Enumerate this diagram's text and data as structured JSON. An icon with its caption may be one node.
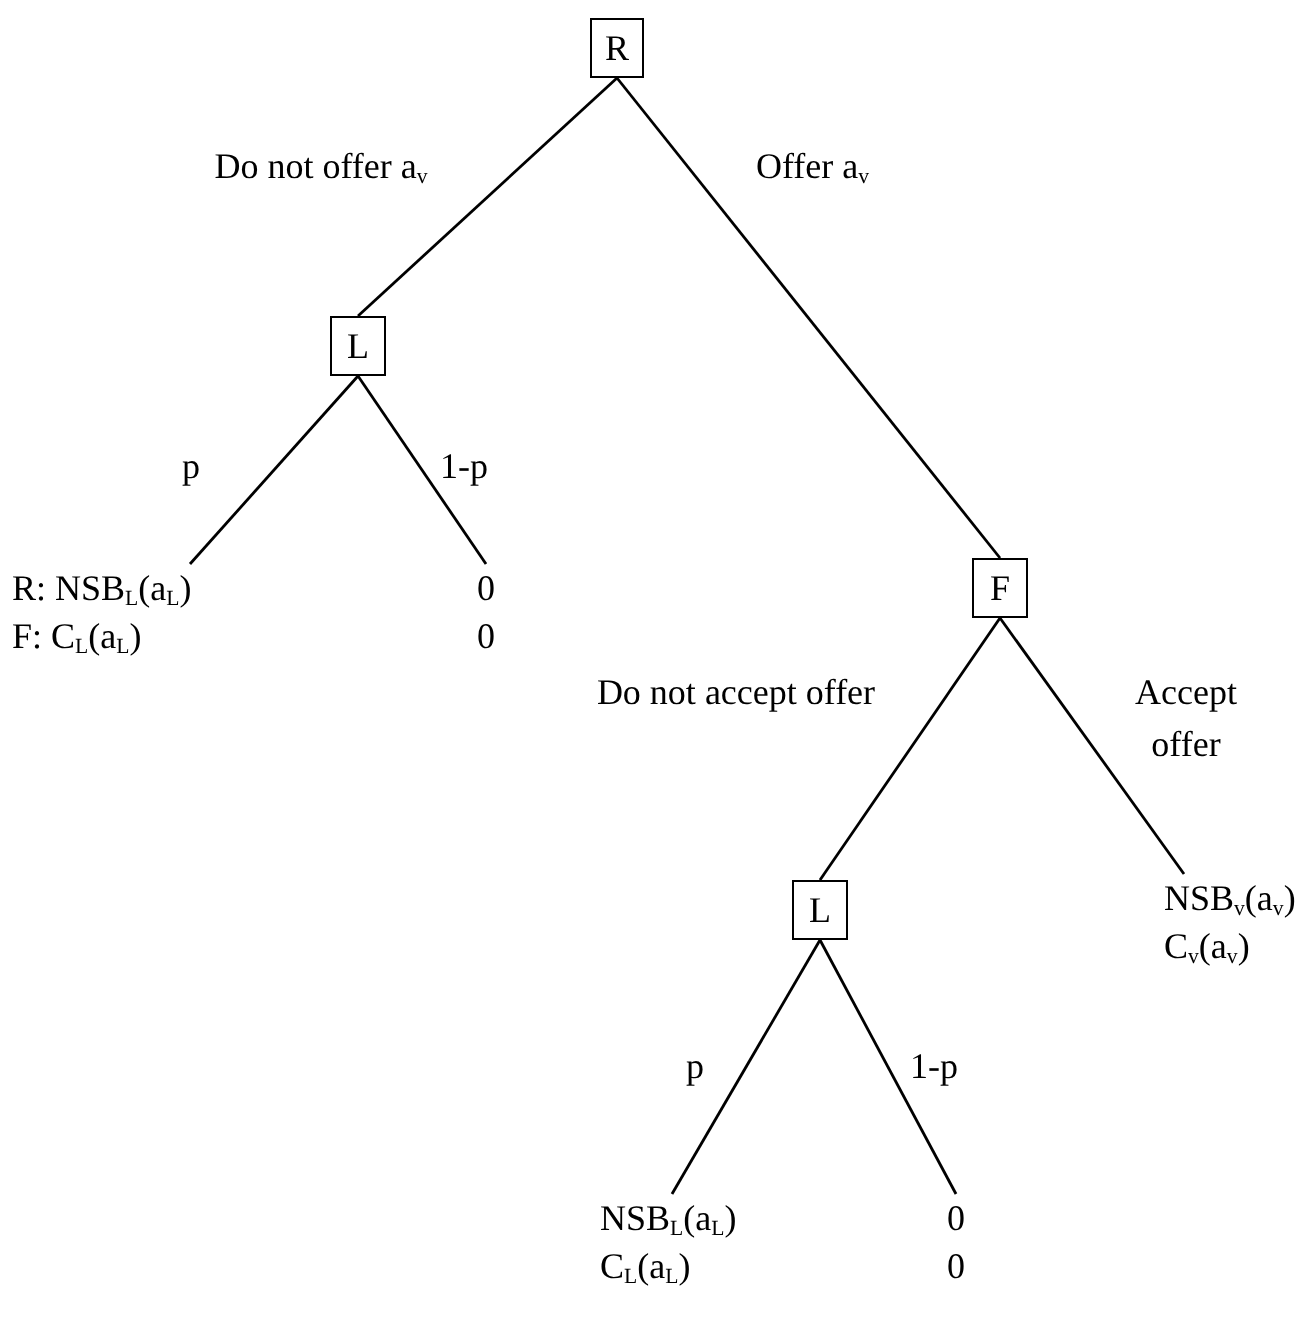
{
  "diagram": {
    "nodes": [
      {
        "text": [
          "R"
        ]
      },
      {
        "text": [
          "L"
        ]
      },
      {
        "text": [
          "R: NSB$_{L}$(a$_{L}$)",
          "F: C$_{L}$(a$_{L}$)"
        ]
      },
      {
        "text": [
          "0",
          "0"
        ]
      },
      {
        "text": [
          "F"
        ]
      },
      {
        "text": [
          "L"
        ]
      },
      {
        "text": [
          "NSB$_{v}$(a$_{v}$)",
          "C$_{v}$(a$_{v}$)"
        ]
      },
      {
        "text": [
          "NSB$_{L}$(a$_{L}$)",
          "C$_{L}$(a$_{L}$)"
        ]
      },
      {
        "text": [
          "0",
          "0"
        ]
      }
    ],
    "edges": [
      {
        "from": 0,
        "to": 1,
        "arrow": "none",
        "label": "Do not offer a$_{v}$"
      },
      {
        "from": 0,
        "to": 4,
        "arrow": "none",
        "label": "Offer a$_{v}$"
      },
      {
        "from": 1,
        "to": 2,
        "arrow": "none",
        "label": "p"
      },
      {
        "from": 1,
        "to": 3,
        "arrow": "none",
        "label": "1-p"
      },
      {
        "from": 4,
        "to": 5,
        "arrow": "none",
        "label": "Do not accept offer"
      },
      {
        "from": 4,
        "to": 6,
        "arrow": "none",
        "label": "Accept offer"
      },
      {
        "from": 5,
        "to": 7,
        "arrow": "none",
        "label": "p"
      },
      {
        "from": 5,
        "to": 8,
        "arrow": "none",
        "label": "1-p"
      }
    ]
  }
}
